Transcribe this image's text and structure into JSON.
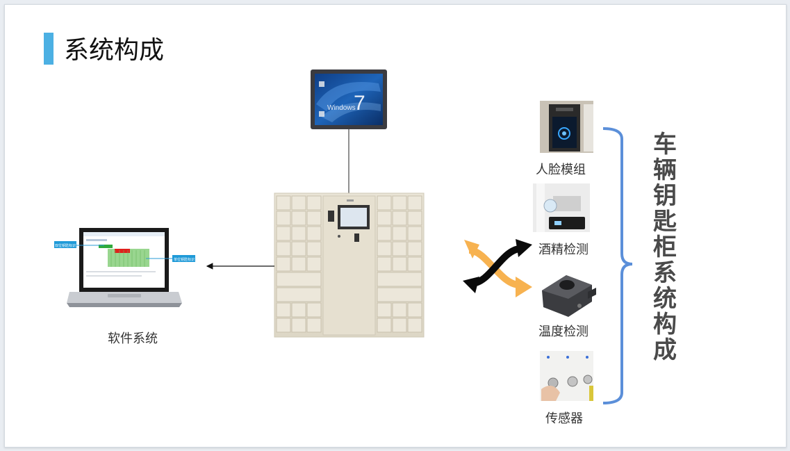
{
  "slide": {
    "title": "系统构成",
    "vertical_title": [
      "车",
      "辆",
      "钥",
      "匙",
      "柜",
      "系",
      "统",
      "构",
      "成"
    ]
  },
  "monitor": {
    "screen_text": "Windows",
    "screen_number": "7"
  },
  "laptop": {
    "caption": "软件系统",
    "callout_left": "双位钥匙标识",
    "callout_right": "单位钥匙标识"
  },
  "modules": [
    {
      "label": "人脸模组",
      "icon": "face-recognition-icon"
    },
    {
      "label": "酒精检测",
      "icon": "alcohol-detector-icon"
    },
    {
      "label": "温度检测",
      "icon": "temperature-sensor-icon"
    },
    {
      "label": "传感器",
      "icon": "key-sensor-icon"
    }
  ],
  "colors": {
    "accent": "#4cb0e3",
    "brace": "#5b8fd9",
    "arrow_orange": "#f7b250",
    "arrow_black": "#0a0a0a"
  }
}
